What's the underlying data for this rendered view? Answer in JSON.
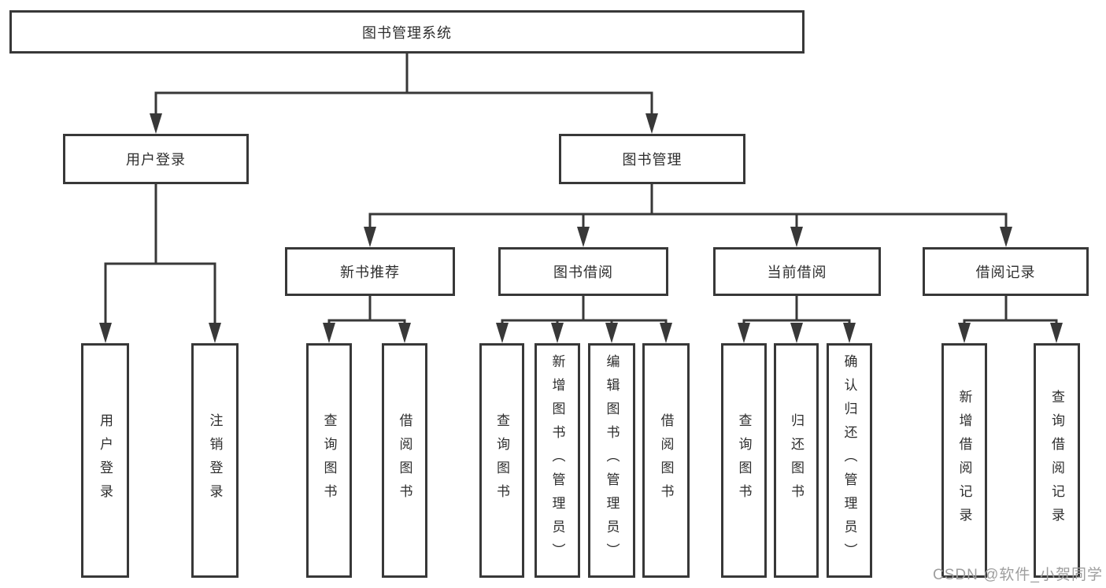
{
  "diagram": {
    "title": "图书管理系统",
    "watermark": "CSDN @软件_小贺同学",
    "colors": {
      "line": "#383838",
      "box_border": "#383838",
      "text": "#2e2e2e",
      "watermark_text": "#9e9e9e",
      "background": "#ffffff"
    },
    "nodes": {
      "root": {
        "label": "图书管理系统"
      },
      "user_login": {
        "label": "用户登录"
      },
      "book_mgmt": {
        "label": "图书管理"
      },
      "new_books": {
        "label": "新书推荐"
      },
      "book_borrow": {
        "label": "图书借阅"
      },
      "current_borrow": {
        "label": "当前借阅"
      },
      "borrow_records": {
        "label": "借阅记录"
      },
      "ul_login": {
        "label": "用户登录"
      },
      "ul_logout": {
        "label": "注销登录"
      },
      "nb_query": {
        "label": "查询图书"
      },
      "nb_borrow": {
        "label": "借阅图书"
      },
      "bb_query": {
        "label": "查询图书"
      },
      "bb_add": {
        "label": "新增图书（管理员）"
      },
      "bb_edit": {
        "label": "编辑图书（管理员）"
      },
      "bb_borrow": {
        "label": "借阅图书"
      },
      "cb_query": {
        "label": "查询图书"
      },
      "cb_return": {
        "label": "归还图书"
      },
      "cb_confirm": {
        "label": "确认归还（管理员）"
      },
      "br_add": {
        "label": "新增借阅记录"
      },
      "br_query": {
        "label": "查询借阅记录"
      }
    }
  }
}
